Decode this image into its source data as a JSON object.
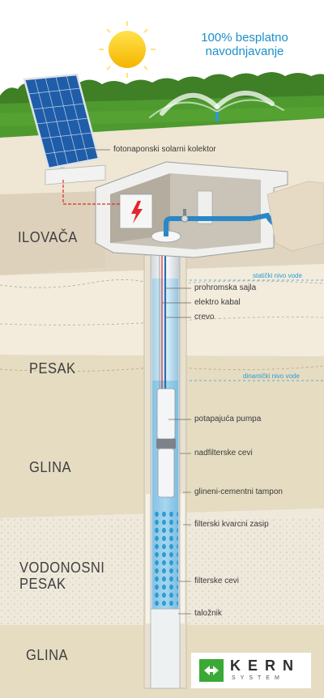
{
  "headline": {
    "line1": "100% besplatno",
    "line2": "navodnjavanje"
  },
  "layers": [
    "ILOVAČA",
    "PESAK",
    "GLINA",
    "VODONOSNI",
    "PESAK",
    "GLINA"
  ],
  "water_levels": {
    "static": "statički nivo vode",
    "dynamic": "dinamički nivo vode"
  },
  "labels": {
    "solar": "fotonaponski solarni kolektor",
    "cable_rope": "prohromska sajla",
    "electric_cable": "elektro kabal",
    "pipe": "crevo",
    "pump": "potapajuća pumpa",
    "filter_pipes_upper": "nadfilterske cevi",
    "seal": "glineni-cementni tampon",
    "gravel": "filterski kvarcni zasip",
    "filter_pipes": "filterske cevi",
    "sump": "taložnik"
  },
  "logo": {
    "name": "KERN",
    "sub": "SYSTEM"
  },
  "colors": {
    "sky": "#ffffff",
    "grass": "#4a8f2c",
    "clay": "#e7dccb",
    "sand": "#f1eadb",
    "glina": "#e3d9be",
    "aquifer": "#ece6d7",
    "water": "#2b9bd3",
    "brand_green": "#3aa935"
  }
}
